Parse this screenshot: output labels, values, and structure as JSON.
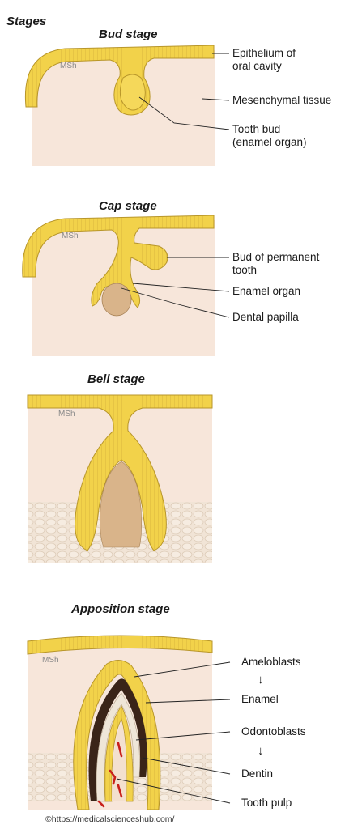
{
  "title": "Stages",
  "stages": [
    {
      "heading": "Bud stage",
      "msh": "MSh",
      "labels": [
        "Epithelium of\noral cavity",
        "Mesenchymal tissue",
        "Tooth bud\n(enamel organ)"
      ]
    },
    {
      "heading": "Cap stage",
      "msh": "MSh",
      "labels": [
        "Bud of permanent\ntooth",
        "Enamel organ",
        "Dental papilla"
      ]
    },
    {
      "heading": "Bell stage",
      "msh": "MSh",
      "labels": []
    },
    {
      "heading": "Apposition stage",
      "msh": "MSh",
      "labels": [
        "Ameloblasts",
        "Enamel",
        "Odontoblasts",
        "Dentin",
        "Tooth pulp"
      ],
      "arrows": [
        "↓",
        "↓"
      ]
    }
  ],
  "credit": "©https://medicalscienceshub.com/",
  "colors": {
    "epithelium": "#f2d24a",
    "epithelium_edge": "#b8962a",
    "mesenchyme": "#f7e6da",
    "papilla": "#d9b48a",
    "enamel": "#3a2418",
    "pulp_vessel": "#c8201c"
  }
}
